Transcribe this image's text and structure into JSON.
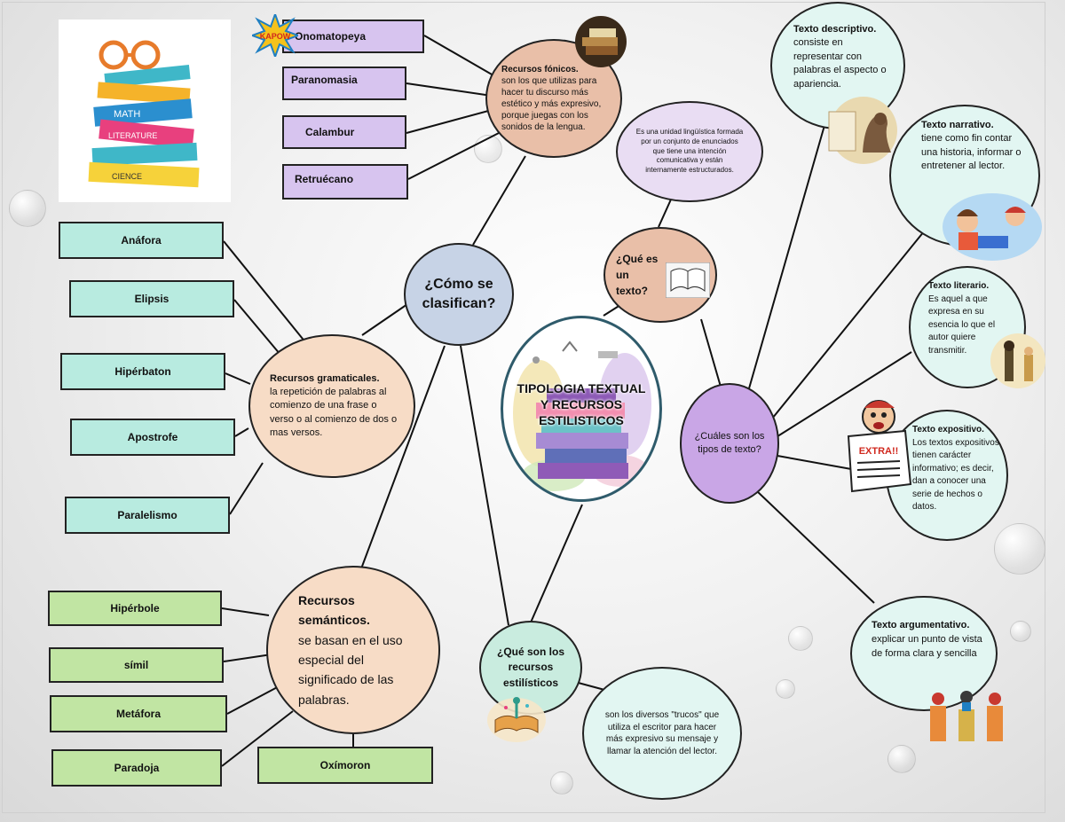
{
  "central": {
    "line1": "TIPOLOGIA TEXTUAL",
    "line2": "Y RECURSOS",
    "line3": "ESTILISTICOS"
  },
  "clasifican": {
    "label": "¿Cómo se clasifican?"
  },
  "que_es_texto": {
    "label": "¿Qué es un texto?"
  },
  "definicion_texto": {
    "text": "Es una unidad lingüística formada por un conjunto de enunciados que tiene una intención comunicativa y están internamente estructurados."
  },
  "recursos_fonicos": {
    "title": "Recursos fónicos.",
    "body": "son los que utilizas para hacer tu discurso más estético y más expresivo, porque juegas con los sonidos de la lengua.",
    "items": [
      "Onomatopeya",
      "Paranomasia",
      "Calambur",
      "Retruécano"
    ]
  },
  "recursos_gramaticales": {
    "title": "Recursos gramaticales.",
    "body": "la repetición de palabras al comienzo de una frase o verso o al comienzo de dos o mas versos.",
    "items": [
      "Anáfora",
      "Elipsis",
      "Hipérbaton",
      "Apostrofe",
      "Paralelismo"
    ]
  },
  "recursos_semanticos": {
    "title": "Recursos semánticos.",
    "body": "se basan en el uso especial del significado de las palabras.",
    "items": [
      "Hipérbole",
      "símil",
      "Metáfora",
      "Paradoja",
      "Oxímoron"
    ]
  },
  "que_son_recursos": {
    "label": "¿Qué son los recursos estilísticos",
    "answer": "son los diversos \"trucos\" que utiliza el escritor para hacer más expresivo su mensaje y llamar la atención del lector."
  },
  "tipos_texto": {
    "label": "¿Cuáles son los tipos de texto?",
    "types": [
      {
        "title": "Texto descriptivo.",
        "body": "consiste en representar con palabras el aspecto o apariencia."
      },
      {
        "title": "Texto narrativo.",
        "body": "tiene como fin contar una historia, informar o entretener al lector."
      },
      {
        "title": "Texto literario.",
        "body": "Es aquel a que expresa en su esencia lo que el autor quiere transmitir."
      },
      {
        "title": "Texto expositivo.",
        "body": "Los textos expositivos tienen carácter informativo; es decir, dan a conocer una serie de hechos o datos."
      },
      {
        "title": "Texto argumentativo.",
        "body": "explicar un punto de vista de forma clara y sencilla"
      }
    ]
  },
  "decorations": {
    "kapow_text": "KAPOW",
    "extra_text": "EXTRA!!",
    "book_labels": [
      "MATH",
      "LITERATURE",
      "CIENCE"
    ]
  },
  "colors": {
    "purple_box": "#d7c4ef",
    "teal_box": "#b8ebe0",
    "green_box": "#c1e5a3",
    "node_blue": "#c7d3e6",
    "node_salmon": "#e9bfa8",
    "node_lavender": "#e9ddf3",
    "node_violet": "#c9a6e6",
    "node_peach": "#f7dcc6",
    "node_mint": "#c9ecdf",
    "node_aqua": "#e2f6f2"
  }
}
